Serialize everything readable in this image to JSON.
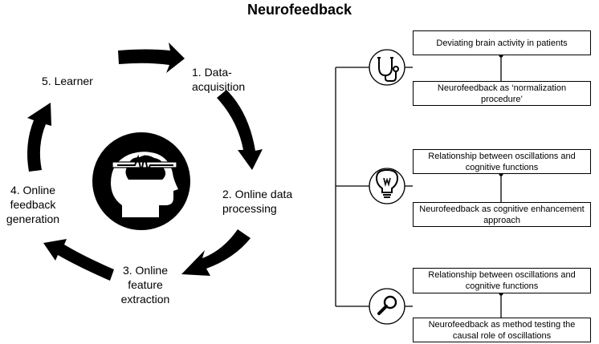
{
  "title": "Neurofeedback",
  "cycle": {
    "steps": [
      {
        "number": "1.",
        "label": "Data-acquisition",
        "lines": [
          "1. Data-",
          "acquisition"
        ]
      },
      {
        "number": "2.",
        "label": "Online data processing",
        "lines": [
          "2. Online data",
          "processing"
        ]
      },
      {
        "number": "3.",
        "label": "Online feature extraction",
        "lines": [
          "3. Online",
          "feature",
          "extraction"
        ]
      },
      {
        "number": "4.",
        "label": "Online feedback generation",
        "lines": [
          "4. Online",
          "feedback",
          "generation"
        ]
      },
      {
        "number": "5.",
        "label": "Learner",
        "lines": [
          "5. Learner"
        ]
      }
    ],
    "center_icon": "head-brain-signal-icon"
  },
  "groups": [
    {
      "icon": "stethoscope-icon",
      "top_box": "Deviating brain activity in patients",
      "bottom_box": "Neurofeedback as ‘normalization procedure’"
    },
    {
      "icon": "lightbulb-icon",
      "top_box": "Relationship between oscillations and cognitive functions",
      "bottom_box": "Neurofeedback as cognitive enhancement approach"
    },
    {
      "icon": "magnifier-icon",
      "top_box": "Relationship between oscillations and cognitive functions",
      "bottom_box": "Neurofeedback as method testing the causal role of oscillations"
    }
  ],
  "colors": {
    "ink": "#000000",
    "background": "#ffffff"
  }
}
